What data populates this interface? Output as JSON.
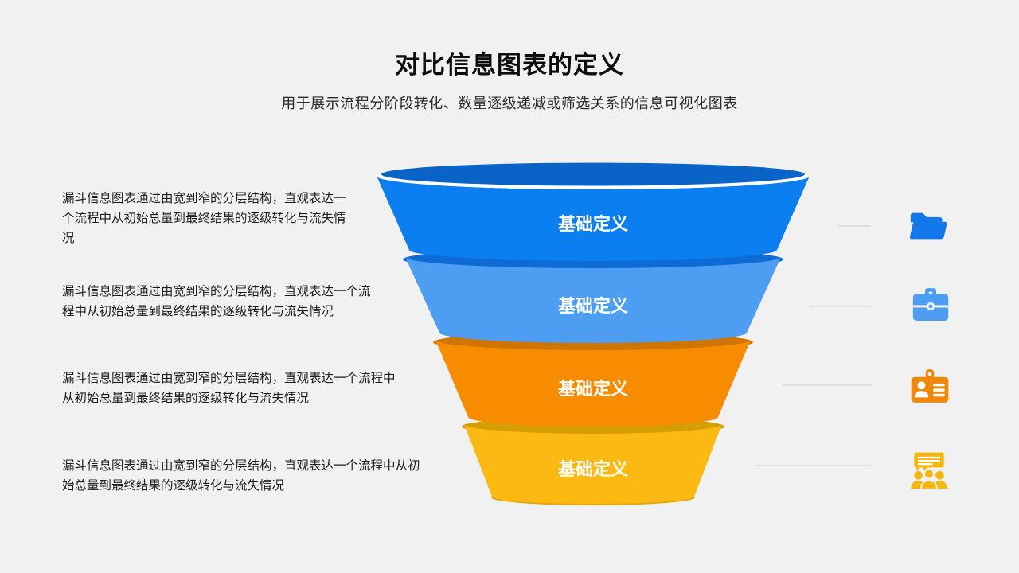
{
  "slide": {
    "background": "#f1f1f2"
  },
  "header": {
    "title": "对比信息图表的定义",
    "subtitle": "用于展示流程分阶段转化、数量逐级递减或筛选关系的信息可视化图表"
  },
  "funnel": {
    "type": "funnel",
    "rim_color": "#ffffff",
    "label_color": "#ffffff",
    "stages": [
      {
        "label": "基础定义",
        "color": "#0b7ef0",
        "lip_color": "#0a64c8"
      },
      {
        "label": "基础定义",
        "color": "#4d9df2",
        "lip_color": "#0e6bd6"
      },
      {
        "label": "基础定义",
        "color": "#f78c01",
        "lip_color": "#cf7503"
      },
      {
        "label": "基础定义",
        "color": "#fcb912",
        "lip_color": "#d79d05"
      }
    ]
  },
  "descriptions": [
    {
      "text": "漏斗信息图表通过由宽到窄的分层结构，直观表达一\n个流程中从初始总量到最终结果的逐级转化与流失情\n况"
    },
    {
      "text": "漏斗信息图表通过由宽到窄的分层结构，直观表达一个流\n程中从初始总量到最终结果的逐级转化与流失情况"
    },
    {
      "text": "漏斗信息图表通过由宽到窄的分层结构，直观表达一个流程中\n从初始总量到最终结果的逐级转化与流失情况"
    },
    {
      "text": "漏斗信息图表通过由宽到窄的分层结构，直观表达一个流程中从初\n始总量到最终结果的逐级转化与流失情况"
    }
  ],
  "icons": [
    {
      "name": "open-folder-icon",
      "color": "#1478ea"
    },
    {
      "name": "briefcase-icon",
      "color": "#4d9df2"
    },
    {
      "name": "id-badge-icon",
      "color": "#f08705"
    },
    {
      "name": "conference-icon",
      "color": "#f7b60d"
    }
  ],
  "connector_color": "#dfdfe0"
}
